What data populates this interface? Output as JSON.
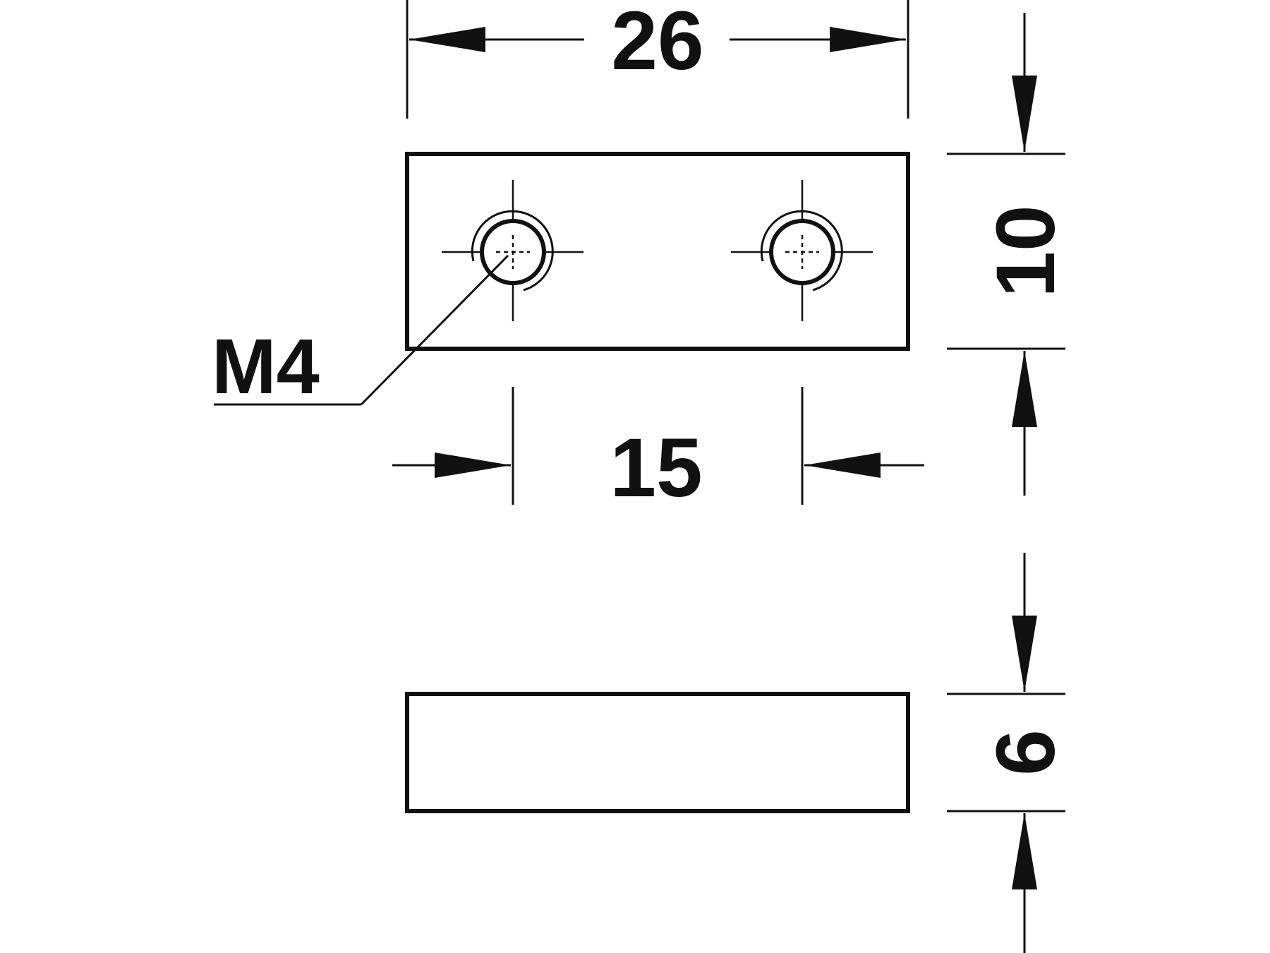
{
  "drawing": {
    "line_color": "#111111",
    "background": "#ffffff",
    "labels": {
      "width_overall": "26",
      "hole_spacing": "15",
      "plate_width": "10",
      "plate_thickness": "6",
      "thread": "M4"
    },
    "icons": {
      "hole_marker": "threaded-hole-icon",
      "arrow": "dimension-arrow-icon"
    }
  }
}
